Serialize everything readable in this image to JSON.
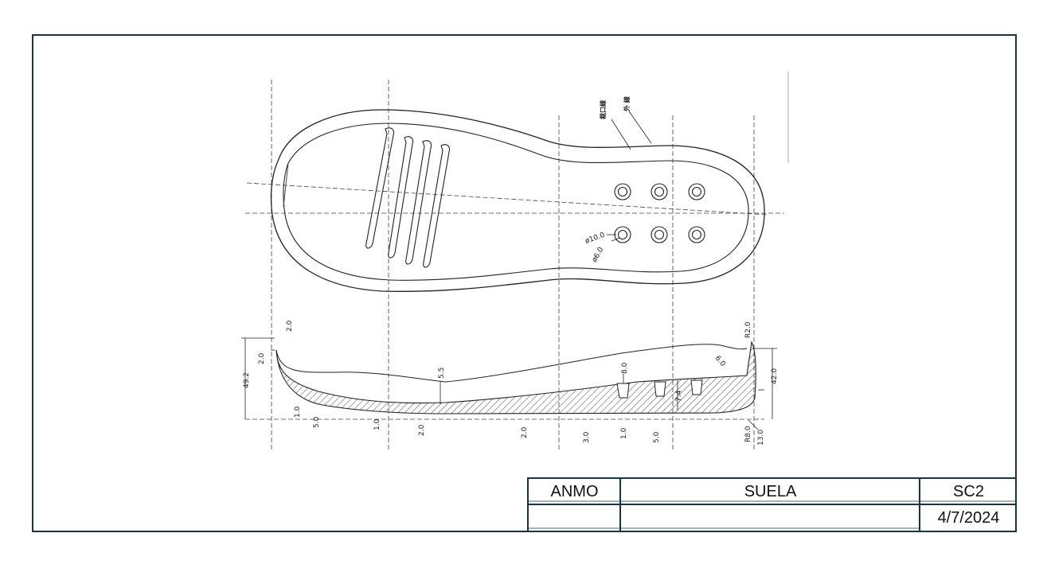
{
  "title_block": {
    "company": "ANMO",
    "part_name": "SUELA",
    "code": "SC2",
    "date": "4/7/2024",
    "empty_left": "",
    "empty_middle": ""
  },
  "drawing": {
    "leader_labels": [
      "裁口線",
      "外 線"
    ],
    "hole_dims": [
      "ø10.0",
      "ø6.0"
    ],
    "section_dims": [
      "2.0",
      "2.0",
      "49.2",
      "1.0",
      "5.0",
      "1.0",
      "2.0",
      "5.5",
      "2.0",
      "3.0",
      "8.0",
      "1.0",
      "5.0",
      "7.4",
      "R8.0",
      "13.0",
      "42.0",
      "R2.0",
      "6.0"
    ]
  }
}
